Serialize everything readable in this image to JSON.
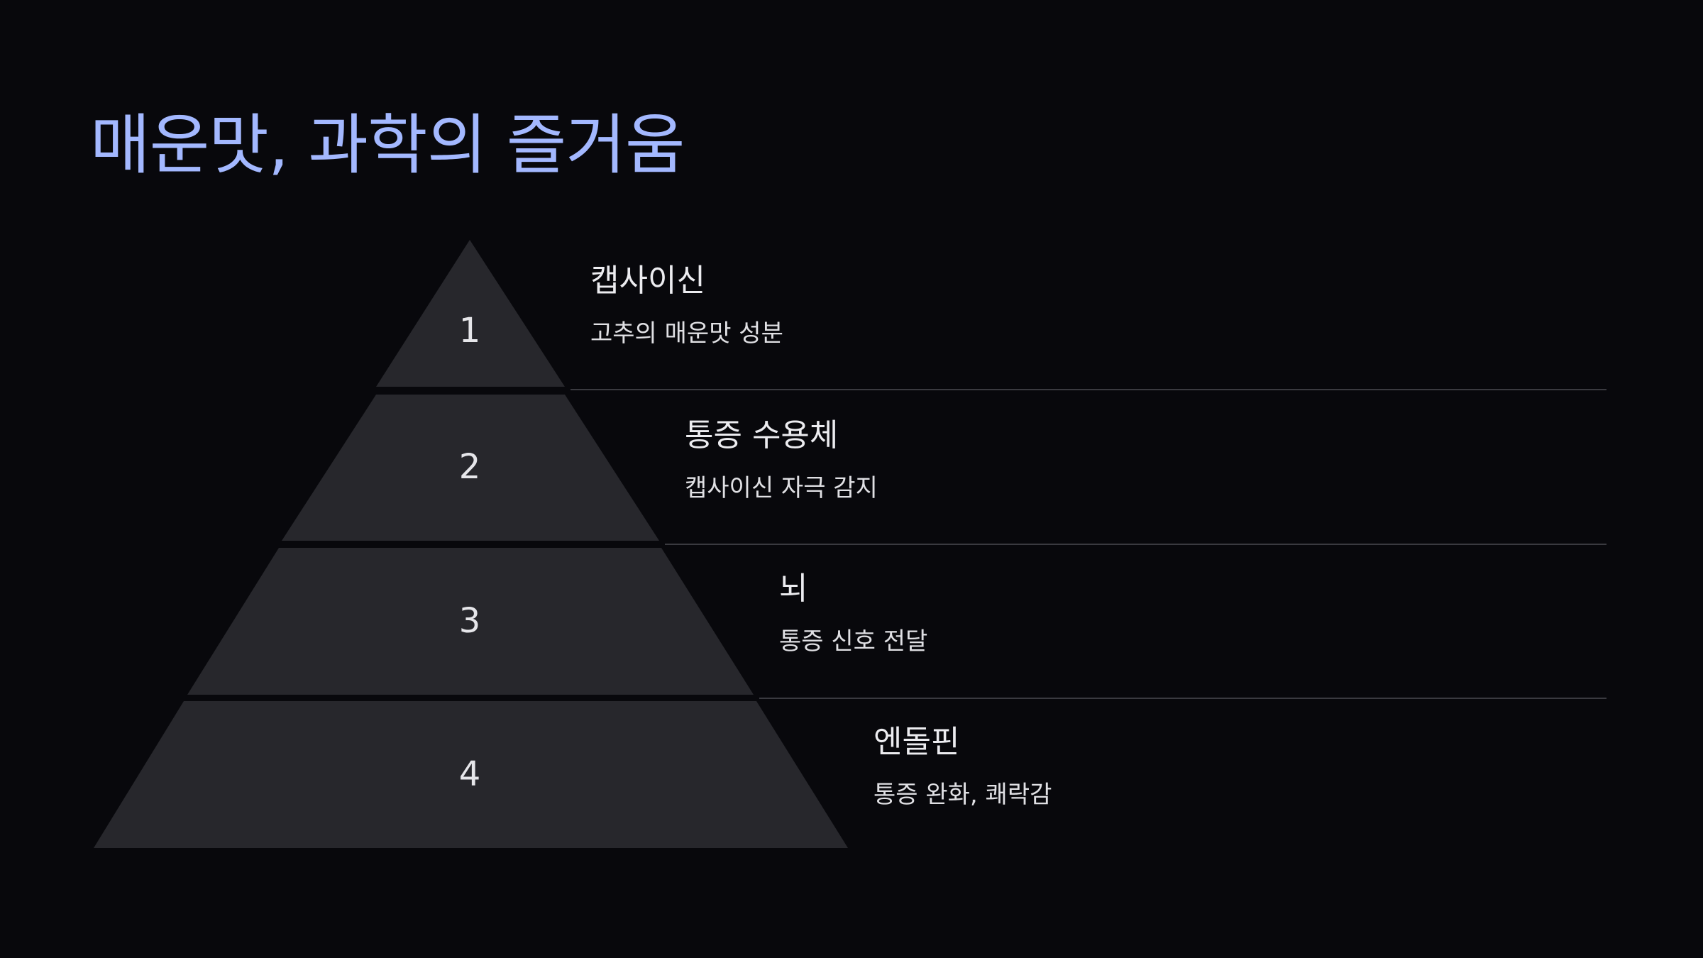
{
  "slide": {
    "title": "매운맛, 과학의 즐거움",
    "levels": [
      {
        "number": "1",
        "heading": "캡사이신",
        "description": "고추의 매운맛 성분"
      },
      {
        "number": "2",
        "heading": "통증 수용체",
        "description": "캡사이신 자극 감지"
      },
      {
        "number": "3",
        "heading": "뇌",
        "description": "통증 신호 전달"
      },
      {
        "number": "4",
        "heading": "엔돌핀",
        "description": "통증 완화, 쾌락감"
      }
    ]
  },
  "colors": {
    "background": "#08080c",
    "title": "#a3b8ff",
    "segment_fill": "#27272c",
    "text": "#ececf0",
    "divider": "#3a3a40"
  }
}
